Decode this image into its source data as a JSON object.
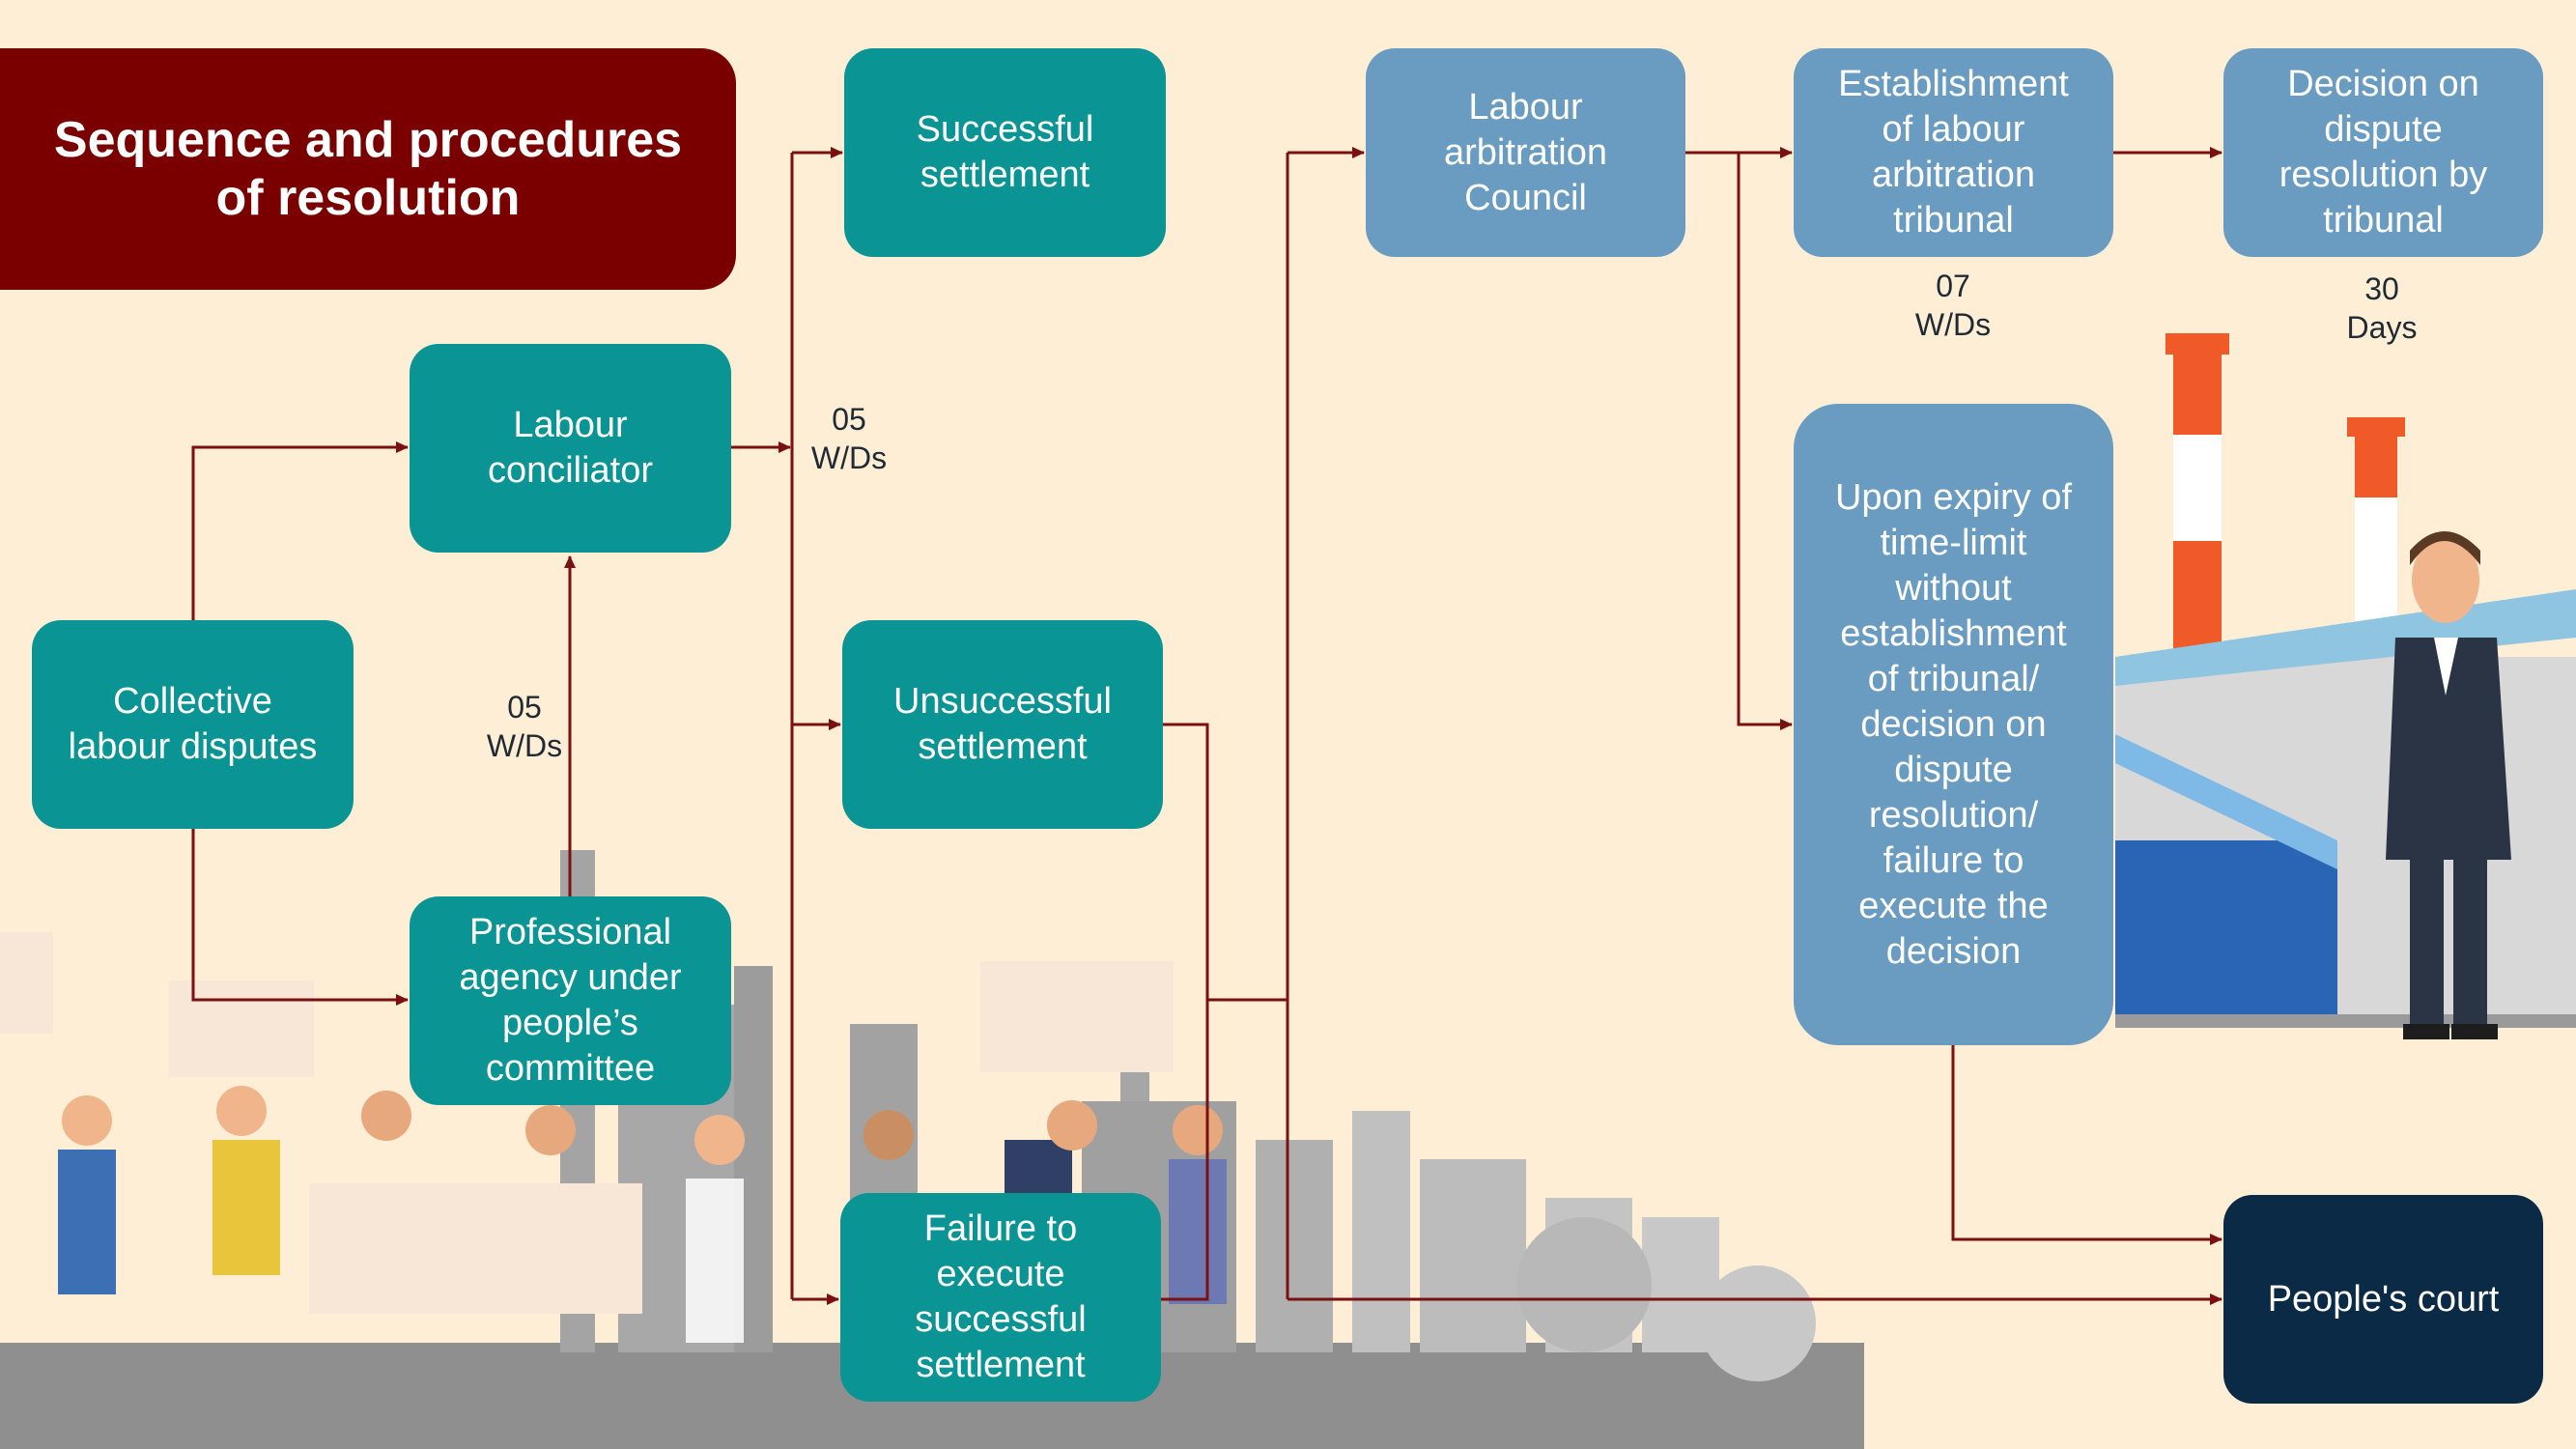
{
  "title": "Sequence and procedures\nof resolution",
  "nodes": {
    "collective_disputes": "Collective\nlabour disputes",
    "labour_conciliator": "Labour\nconciliator",
    "professional_agency": "Professional\nagency under\npeople’s\ncommittee",
    "successful_settlement": "Successful\nsettlement",
    "unsuccessful_settlement": "Unsuccessful\nsettlement",
    "failure_execute": "Failure to\nexecute\nsuccessful\nsettlement",
    "arbitration_council": "Labour\narbitration\nCouncil",
    "establishment_tribunal": "Establishment\nof labour\narbitration\ntribunal",
    "decision_tribunal": "Decision on\ndispute\nresolution by\ntribunal",
    "upon_expiry": "Upon expiry of\ntime-limit\nwithout\nestablishment\nof tribunal/\ndecision on\ndispute\nresolution/\nfailure to\nexecute the\ndecision",
    "peoples_court": "People's court"
  },
  "time_limits": {
    "agency_to_conciliator": "05\nW/Ds",
    "conciliator_to_outcome": "05\nW/Ds",
    "tribunal_establishment": "07\nW/Ds",
    "tribunal_decision": "30\nDays"
  },
  "colors": {
    "background": "#fdeed5",
    "title_fill": "#7a0000",
    "teal_node": "#0a9494",
    "steel_node": "#6a9cc1",
    "court_node": "#0b2a45",
    "connector": "#7a1010"
  }
}
